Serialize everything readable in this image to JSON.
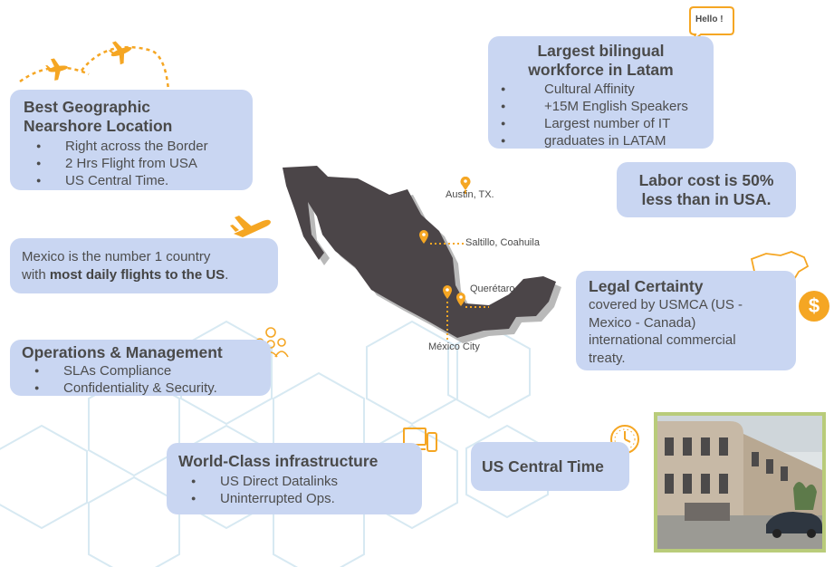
{
  "geographic": {
    "title_line1": "Best Geographic",
    "title_line2": "Nearshore Location",
    "items": [
      "Right across the Border",
      "2 Hrs Flight from USA",
      "US Central Time."
    ]
  },
  "flights": {
    "text_start": "Mexico is the number 1 country",
    "text_prefix": "with ",
    "text_bold": "most daily flights to the US",
    "text_suffix": "."
  },
  "operations": {
    "title": "Operations & Management",
    "items": [
      "SLAs Compliance",
      "Confidentiality & Security."
    ]
  },
  "infrastructure": {
    "title": "World-Class infrastructure",
    "items": [
      "US Direct Datalinks",
      "Uninterrupted Ops."
    ]
  },
  "bilingual": {
    "title_line1": "Largest bilingual",
    "title_line2": "workforce in Latam",
    "items": [
      "Cultural Affinity",
      "+15M English Speakers",
      "Largest number of IT",
      "graduates in LATAM"
    ],
    "bubble": "Hello !"
  },
  "labor": {
    "line1": "Labor cost is 50%",
    "line2": "less than in USA."
  },
  "legal": {
    "title": "Legal Certainty",
    "lines": [
      "covered by USMCA (US -",
      "Mexico - Canada)",
      "international commercial",
      "treaty."
    ]
  },
  "central_time": {
    "title": "US Central Time"
  },
  "map": {
    "cities": [
      "Austin, TX.",
      "Saltillo, Coahuila",
      "Querétaro",
      "México City"
    ]
  },
  "colors": {
    "box": "#c9d6f2",
    "accent": "#f5a623",
    "map": "#4b4548",
    "photo_border": "#b9cc7a"
  }
}
